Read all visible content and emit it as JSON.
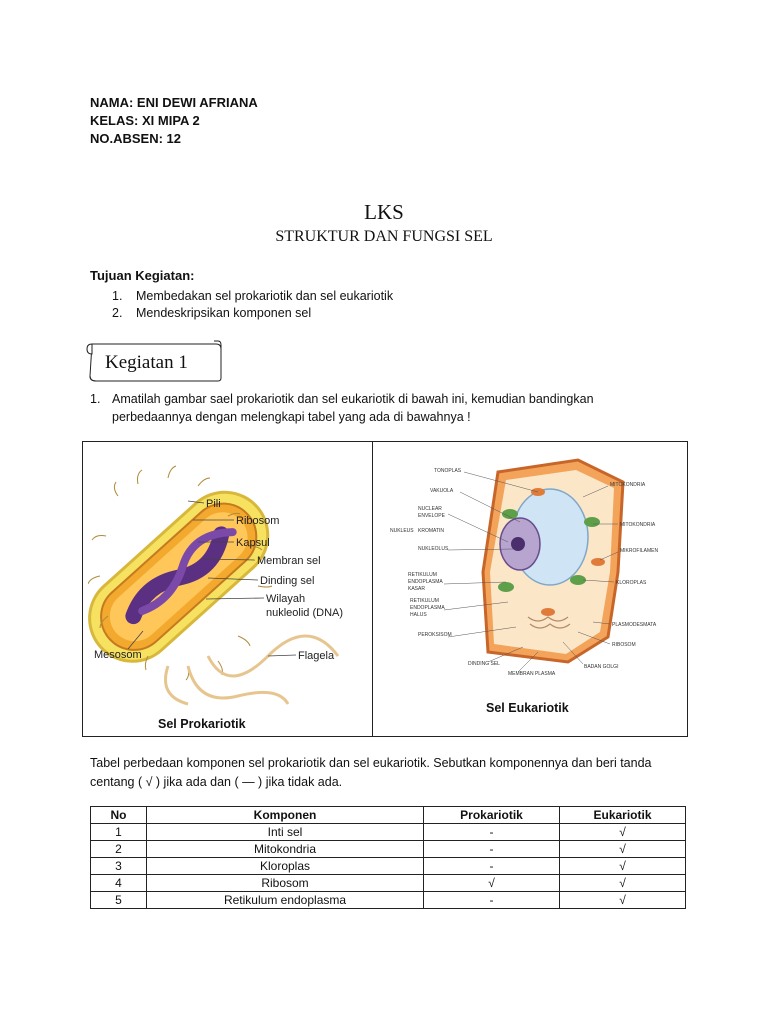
{
  "header": {
    "nama": "NAMA: ENI DEWI AFRIANA",
    "kelas": "KELAS: XI MIPA 2",
    "absen": "NO.ABSEN: 12"
  },
  "title": "LKS",
  "subtitle": "STRUKTUR DAN FUNGSI SEL",
  "tujuan": {
    "heading": "Tujuan  Kegiatan:",
    "items": [
      {
        "num": "1.",
        "text": "Membedakan sel prokariotik dan sel eukariotik"
      },
      {
        "num": "2.",
        "text": "Mendeskripsikan komponen sel"
      }
    ]
  },
  "kegiatan_label": "Kegiatan 1",
  "instruction": {
    "num": "1.",
    "line1": "Amatilah gambar sael prokariotik dan sel eukariotik di bawah ini, kemudian bandingkan",
    "line2": "perbedaannya dengan melengkapi tabel  yang ada di bawahnya !"
  },
  "prokaryote": {
    "caption": "Sel Prokariotik",
    "labels": {
      "pili": "Pili",
      "ribosom": "Ribosom",
      "kapsul": "Kapsul",
      "membran": "Membran sel",
      "dinding": "Dinding sel",
      "wilayah1": "Wilayah",
      "wilayah2": "nukleolid (DNA)",
      "mesosom": "Mesosom",
      "flagela": "Flagela"
    }
  },
  "eukaryote": {
    "caption": "Sel Eukariotik",
    "labels": {
      "tonoplas": "TONOPLAS",
      "vakuola": "VAKUOLA",
      "nuclear1": "NUCLEAR",
      "nuclear2": "ENVELOPE",
      "nukleus": "NUKLEUS",
      "kromatin": "KROMATIN",
      "nukleolus": "NUKLEOLUS",
      "ret1": "RETIKULUM",
      "ret2": "ENDOPLASMA",
      "ret3": "KASAR",
      "rh1": "RETIKULUM",
      "rh2": "ENDOPLASMA",
      "rh3": "HALUS",
      "peroksisom": "PEROKSISOM",
      "dinding": "DINDING SEL",
      "membran": "MEMBRAN PLASMA",
      "mito1": "MITOKONDRIA",
      "mito2": "MITOKONDRIA",
      "mikro": "MIKROFILAMEN",
      "kloro": "KLOROPLAS",
      "plasmo": "PLASMODESMATA",
      "ribosom": "RIBOSOM",
      "golgi": "BADAN GOLGI"
    }
  },
  "table_intro": {
    "line1": "Tabel perbedaan komponen sel prokariotik dan sel eukariotik. Sebutkan komponennya dan beri tanda",
    "line2": "centang (  √  )  jika ada dan ( — ) jika tidak ada."
  },
  "table": {
    "headers": [
      "No",
      "Komponen",
      "Prokariotik",
      "Eukariotik"
    ],
    "rows": [
      [
        "1",
        "Inti sel",
        "-",
        "√"
      ],
      [
        "2",
        "Mitokondria",
        "-",
        "√"
      ],
      [
        "3",
        "Kloroplas",
        "-",
        "√"
      ],
      [
        "4",
        "Ribosom",
        "√",
        "√"
      ],
      [
        "5",
        "Retikulum endoplasma",
        "-",
        "√"
      ]
    ]
  }
}
